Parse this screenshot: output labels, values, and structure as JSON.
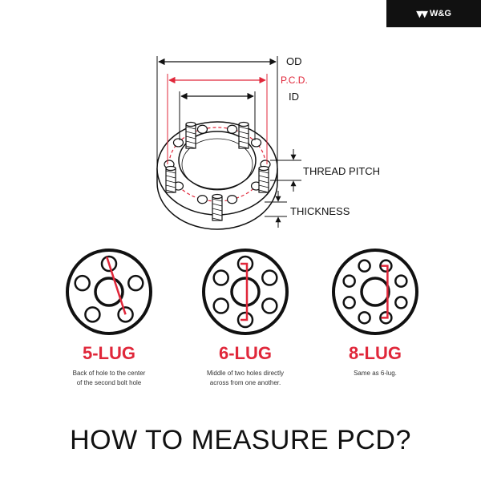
{
  "brand": {
    "logo_mark": "▼▼",
    "logo_text": "W&G"
  },
  "labels": {
    "od": "OD",
    "pcd": "P.C.D.",
    "id": "ID",
    "thread_pitch": "THREAD PITCH",
    "thickness": "THICKNESS"
  },
  "lugs": [
    {
      "title": "5-LUG",
      "desc_line1": "Back of hole to the center",
      "desc_line2": "of the second bolt hole",
      "holes": 5
    },
    {
      "title": "6-LUG",
      "desc_line1": "Middle of two holes directly",
      "desc_line2": "across from one another.",
      "holes": 6
    },
    {
      "title": "8-LUG",
      "desc_line1": "Same as 6-lug.",
      "desc_line2": "",
      "holes": 8
    }
  ],
  "title": "HOW TO MEASURE PCD?",
  "colors": {
    "accent": "#e0273a",
    "ink": "#111111"
  }
}
